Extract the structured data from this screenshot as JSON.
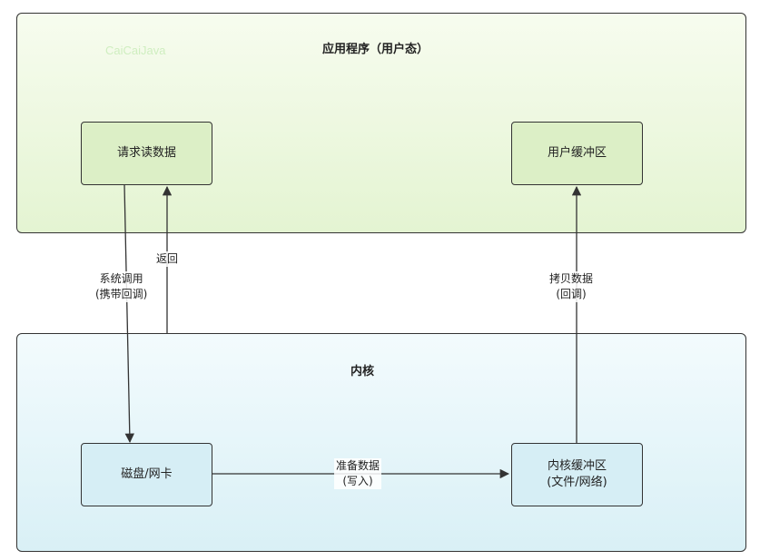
{
  "watermark": "CaiCaiJava",
  "regions": {
    "user": {
      "title": "应用程序（用户态）"
    },
    "kernel": {
      "title": "内核"
    }
  },
  "nodes": {
    "request": {
      "label": "请求读数据"
    },
    "user_buffer": {
      "label": "用户缓冲区"
    },
    "disk": {
      "label": "磁盘/网卡"
    },
    "kernel_buffer": {
      "line1": "内核缓冲区",
      "line2": "(文件/网络)"
    }
  },
  "edges": {
    "syscall": {
      "line1": "系统调用",
      "line2": "(携带回调)"
    },
    "return": {
      "label": "返回"
    },
    "copy": {
      "line1": "拷贝数据",
      "line2": "(回调)"
    },
    "prepare": {
      "line1": "准备数据",
      "line2": "(写入)"
    }
  },
  "colors": {
    "user_region": "#e4f4d2",
    "kernel_region": "#d9f0f6",
    "green_node": "#dcefc6",
    "blue_node": "#d6eef5",
    "stroke": "#333333"
  }
}
